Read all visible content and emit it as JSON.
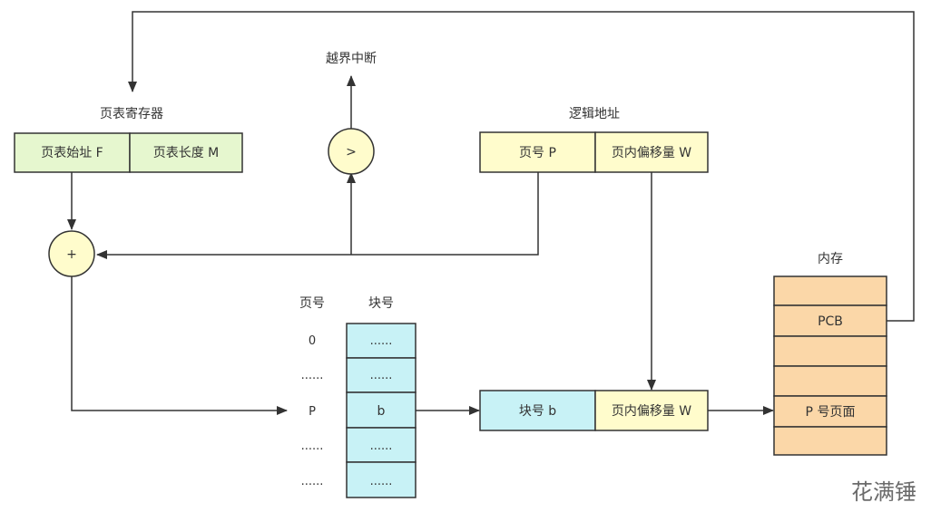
{
  "colors": {
    "green": "#e6f7cf",
    "yellow": "#fffccc",
    "cyan": "#c8f2f6",
    "orange": "#fbd7a8",
    "line": "#333333"
  },
  "page_table_register": {
    "title": "页表寄存器",
    "start_address": "页表始址 F",
    "length": "页表长度 M"
  },
  "comparator": {
    "symbol": ">",
    "output": "越界中断"
  },
  "adder": {
    "symbol": "+"
  },
  "logical_address": {
    "title": "逻辑地址",
    "page_number": "页号 P",
    "offset": "页内偏移量 W"
  },
  "page_table": {
    "page_header": "页号",
    "block_header": "块号",
    "rows": [
      {
        "page": "0",
        "block": "......"
      },
      {
        "page": "......",
        "block": "......"
      },
      {
        "page": "P",
        "block": "b"
      },
      {
        "page": "......",
        "block": "......"
      },
      {
        "page": "......",
        "block": "......"
      }
    ]
  },
  "physical_address": {
    "block": "块号 b",
    "offset": "页内偏移量 W"
  },
  "memory": {
    "title": "内存",
    "rows": [
      "",
      "PCB",
      "",
      "",
      "P 号页面",
      ""
    ]
  },
  "watermark": "花满锤"
}
